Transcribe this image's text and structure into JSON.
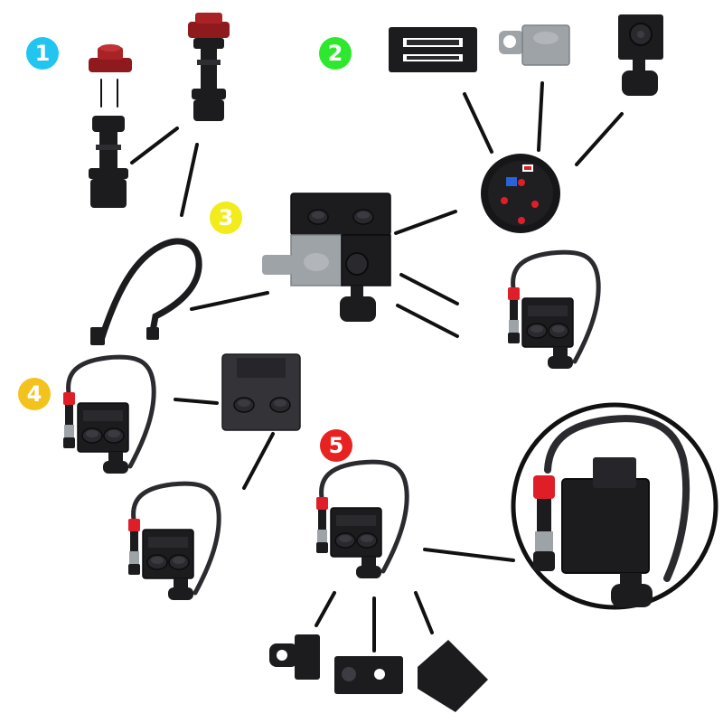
{
  "steps": [
    {
      "label": "1",
      "color": "#22c5ef"
    },
    {
      "label": "2",
      "color": "#2ee82e"
    },
    {
      "label": "3",
      "color": "#f2ec1c"
    },
    {
      "label": "4",
      "color": "#f3c21c"
    },
    {
      "label": "5",
      "color": "#e82121"
    }
  ],
  "colors": {
    "black_part": "#1c1c1e",
    "dark_gray_part": "#333338",
    "light_gray_part": "#9ea3a8",
    "dark_red_part": "#8e1a1d",
    "red_part": "#e01e27",
    "connector_line": "#111111",
    "zoom_circle": "#111111"
  }
}
